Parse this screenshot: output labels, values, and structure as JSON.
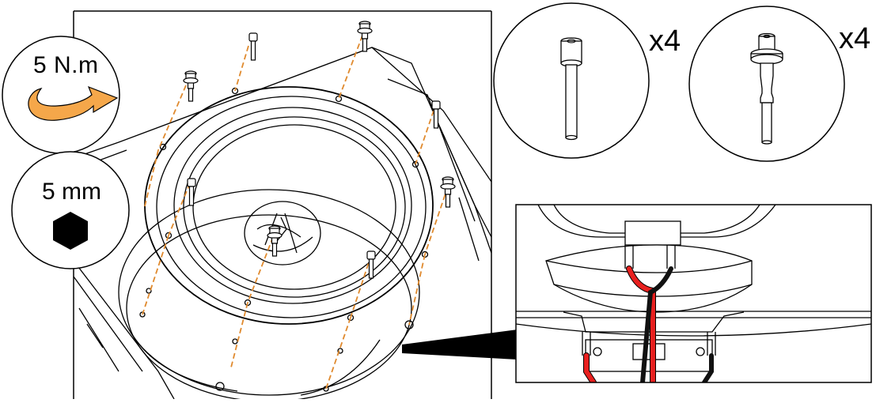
{
  "badges": {
    "torque": {
      "text": "5 N.m"
    },
    "tool": {
      "text": "5 mm"
    }
  },
  "parts": [
    {
      "name": "hex socket cap screw",
      "qty": "x4"
    },
    {
      "name": "shouldered pin screw",
      "qty": "x4"
    }
  ],
  "colors": {
    "accent": "#F5A74A",
    "wire_red": "#E8201F",
    "wire_black": "#111111",
    "guide_line": "#E08A2E"
  }
}
